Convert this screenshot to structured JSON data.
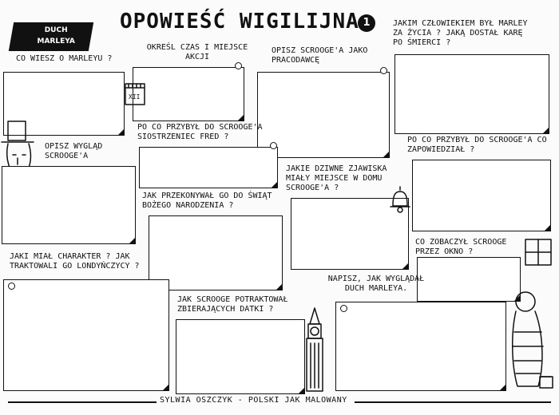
{
  "header": {
    "title": "OPOWIEŚĆ WIGILIJNA",
    "number": "1",
    "banner": "DUCH MARLEYA"
  },
  "prompts": {
    "q1": "CO WIESZ O MARLEYU ?",
    "q2": "OKREŚL CZAS I MIEJSCE AKCJI",
    "q3": "OPISZ SCROOGE'A JAKO PRACODAWCĘ",
    "q4": "JAKIM CZŁOWIEKIEM BYŁ MARLEY ZA ŻYCIA ? JAKĄ DOSTAŁ KARĘ PO ŚMIERCI ?",
    "q5": "OPISZ WYGLĄD SCROOGE'A",
    "q6": "PO CO PRZYBYŁ DO SCROOGE'A SIOSTRZENIEC FRED ?",
    "q7": "PO CO PRZYBYŁ DO SCROOGE'A CO ZAPOWIEDZIAŁ ?",
    "q8": "JAKIE DZIWNE ZJAWISKA MIAŁY MIEJSCE W DOMU SCROOGE'A ?",
    "q9": "JAK PRZEKONYWAŁ GO DO ŚWIĄT BOŻEGO NARODZENIA ?",
    "q10": "CO ZOBACZYŁ SCROOGE PRZEZ OKNO ?",
    "q11": "JAKI MIAŁ CHARAKTER ? JAK TRAKTOWALI GO LONDYŃCZYCY ?",
    "q12": "NAPISZ, JAK WYGLĄDAŁ DUCH MARLEYA.",
    "q13": "JAK SCROOGE POTRAKTOWAŁ ZBIERAJĄCYCH DATKI ?"
  },
  "calendar_label": "XII",
  "footer": "SYLWIA OSZCZYK - POLSKI JAK MALOWANY"
}
